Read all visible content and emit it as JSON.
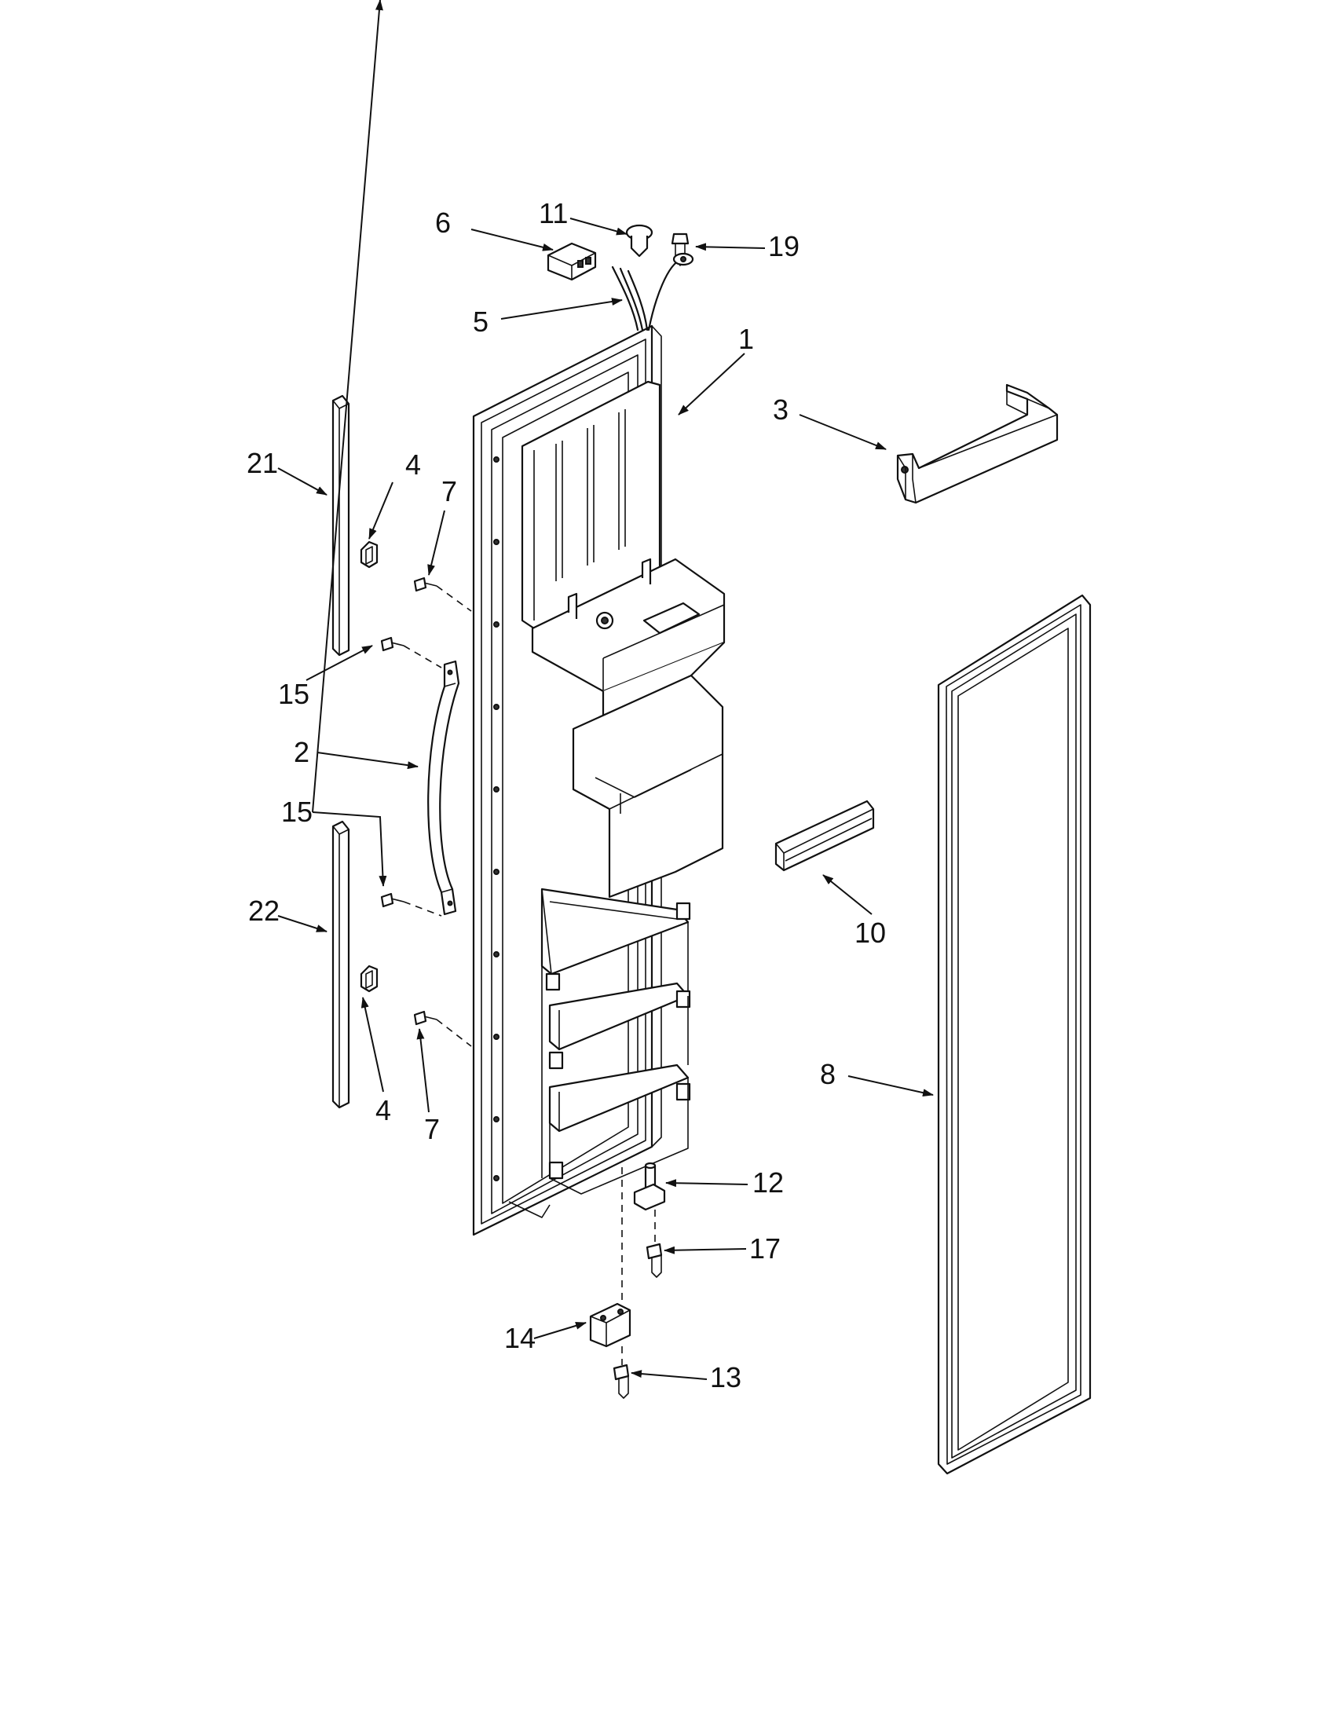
{
  "callouts": [
    {
      "id": "1",
      "label": "1"
    },
    {
      "id": "2",
      "label": "2"
    },
    {
      "id": "3",
      "label": "3"
    },
    {
      "id": "4a",
      "label": "4"
    },
    {
      "id": "4b",
      "label": "4"
    },
    {
      "id": "5",
      "label": "5"
    },
    {
      "id": "6",
      "label": "6"
    },
    {
      "id": "7a",
      "label": "7"
    },
    {
      "id": "7b",
      "label": "7"
    },
    {
      "id": "8",
      "label": "8"
    },
    {
      "id": "10",
      "label": "10"
    },
    {
      "id": "11",
      "label": "11"
    },
    {
      "id": "12",
      "label": "12"
    },
    {
      "id": "13",
      "label": "13"
    },
    {
      "id": "14",
      "label": "14"
    },
    {
      "id": "15a",
      "label": "15"
    },
    {
      "id": "15b",
      "label": "15"
    },
    {
      "id": "17",
      "label": "17"
    },
    {
      "id": "19",
      "label": "19"
    },
    {
      "id": "21",
      "label": "21"
    },
    {
      "id": "22",
      "label": "22"
    }
  ],
  "colors": {
    "line": "#111111",
    "background": "#ffffff"
  }
}
